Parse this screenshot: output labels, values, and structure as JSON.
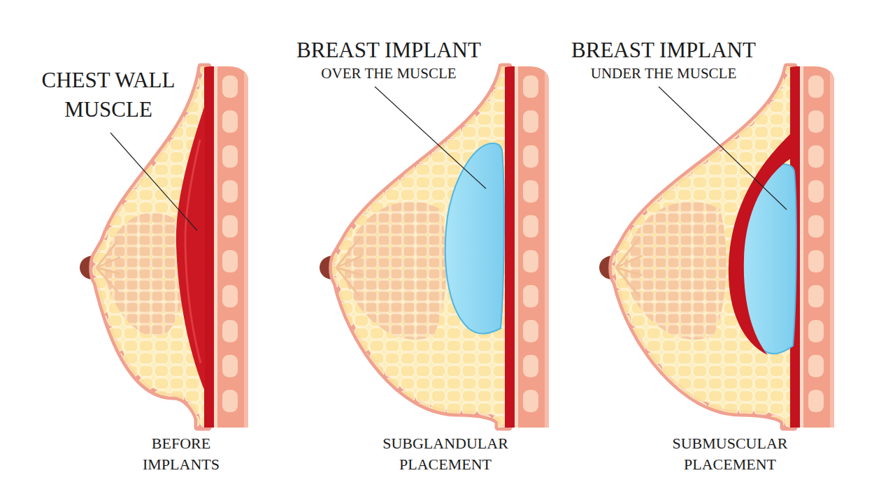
{
  "diagram": {
    "labels": [
      "CHEST WALL MUSCLE",
      "BREAST IMPLANT",
      "OVER THE MUSCLE",
      "BREAST IMPLANT",
      "UNDER THE MUSCLE",
      "BEFORE IMPLANTS",
      "SUBGLANDULAR PLACEMENT",
      "SUBMUSCULAR PLACEMENT"
    ]
  }
}
